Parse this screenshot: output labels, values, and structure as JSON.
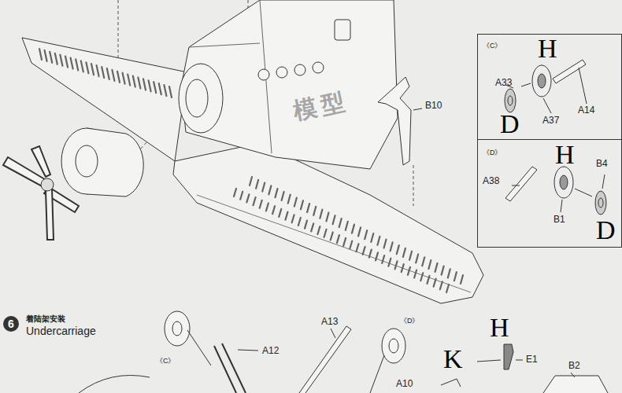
{
  "diagram": {
    "nodes": [
      {
        "text": [
          "《C》",
          "H",
          "A33",
          "D",
          "A37",
          "A14"
        ]
      },
      {
        "text": [
          "《D》",
          "H",
          "B4",
          "A38",
          "B1",
          "D"
        ]
      },
      {
        "text": [
          "6"
        ]
      }
    ],
    "labels": [
      "B10",
      "模型",
      "着陆架安装",
      "Undercarriage",
      "《C》",
      "A12",
      "A13",
      "《D》",
      "H",
      "K",
      "E1",
      "B2",
      "A10"
    ]
  }
}
